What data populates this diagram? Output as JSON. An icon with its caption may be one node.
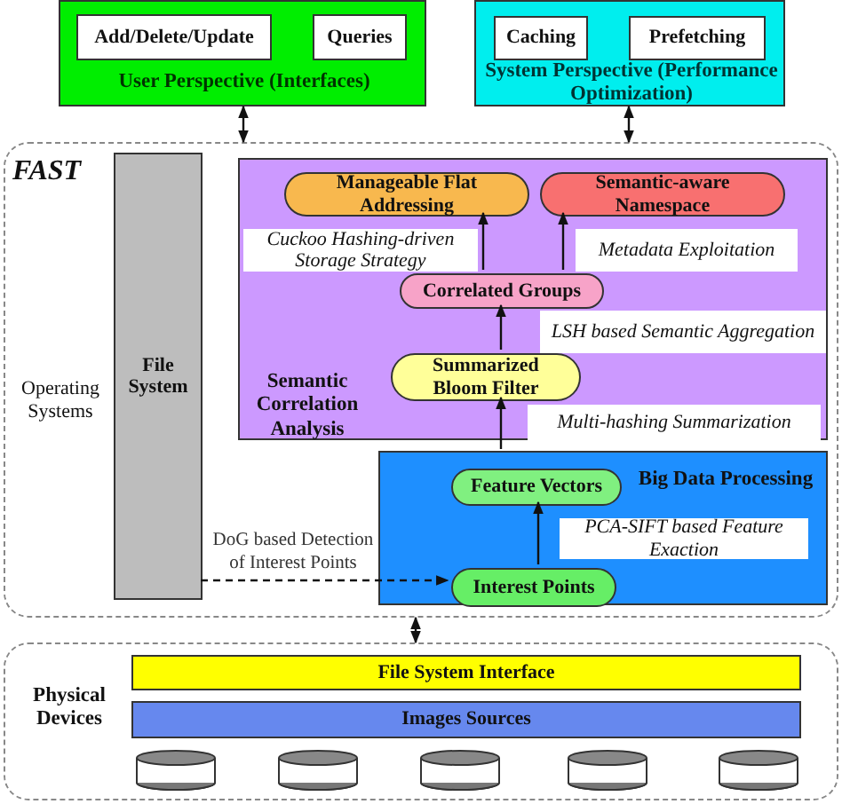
{
  "diagram": {
    "nodes": [
      {
        "text": [
          "User Perspective (Interfaces)"
        ]
      },
      {
        "text": [
          "Add/Delete/Update"
        ],
        "in": 0
      },
      {
        "text": [
          "Queries"
        ],
        "in": 0
      },
      {
        "text": [
          "System Perspective (Performance Optimization)"
        ]
      },
      {
        "text": [
          "Caching"
        ],
        "in": 3
      },
      {
        "text": [
          "Prefetching"
        ],
        "in": 3
      },
      {
        "text": [
          "FAST",
          "Operating Systems"
        ]
      },
      {
        "text": [
          "File System"
        ],
        "in": 6
      },
      {
        "text": [
          "Semantic Correlation Analysis"
        ],
        "in": 6
      },
      {
        "text": [
          "Manageable Flat Addressing"
        ],
        "in": 8
      },
      {
        "text": [
          "Semantic-aware Namespace"
        ],
        "in": 8
      },
      {
        "text": [
          "Cuckoo Hashing-driven Storage Strategy"
        ],
        "in": 8
      },
      {
        "text": [
          "Metadata Exploitation"
        ],
        "in": 8
      },
      {
        "text": [
          "Correlated Groups"
        ],
        "in": 8
      },
      {
        "text": [
          "LSH based Semantic Aggregation"
        ],
        "in": 8
      },
      {
        "text": [
          "Summarized Bloom Filter"
        ],
        "in": 8
      },
      {
        "text": [
          "Multi-hashing Summarization"
        ],
        "in": 8
      },
      {
        "text": [
          "Big Data Processing"
        ],
        "in": 6
      },
      {
        "text": [
          "Feature Vectors"
        ],
        "in": 17
      },
      {
        "text": [
          "PCA-SIFT based Feature Exaction"
        ],
        "in": 17
      },
      {
        "text": [
          "Interest Points"
        ],
        "in": 17
      },
      {
        "text": [
          "Physical Devices"
        ]
      },
      {
        "text": [
          "File System Interface"
        ],
        "in": 21
      },
      {
        "text": [
          "Images Sources"
        ],
        "in": 21
      },
      {
        "text": [],
        "shape": "cylinder",
        "in": 21
      },
      {
        "text": [],
        "shape": "cylinder",
        "in": 21
      },
      {
        "text": [],
        "shape": "cylinder",
        "in": 21
      },
      {
        "text": [],
        "shape": "cylinder",
        "in": 21
      },
      {
        "text": [],
        "shape": "cylinder",
        "in": 21
      }
    ],
    "edges": [
      {
        "from": 0,
        "to": 6,
        "arrow": "both"
      },
      {
        "from": 3,
        "to": 6,
        "arrow": "both"
      },
      {
        "from": 6,
        "to": 21,
        "arrow": "both"
      },
      {
        "from": 13,
        "to": 9,
        "arrow": "to"
      },
      {
        "from": 13,
        "to": 10,
        "arrow": "to"
      },
      {
        "from": 15,
        "to": 13,
        "arrow": "to"
      },
      {
        "from": 17,
        "to": 15,
        "arrow": "to"
      },
      {
        "from": 20,
        "to": 18,
        "arrow": "to"
      },
      {
        "from": 7,
        "to": 20,
        "arrow": "to",
        "style": "dashed",
        "label": "DoG based Detection of Interest Points"
      }
    ]
  }
}
